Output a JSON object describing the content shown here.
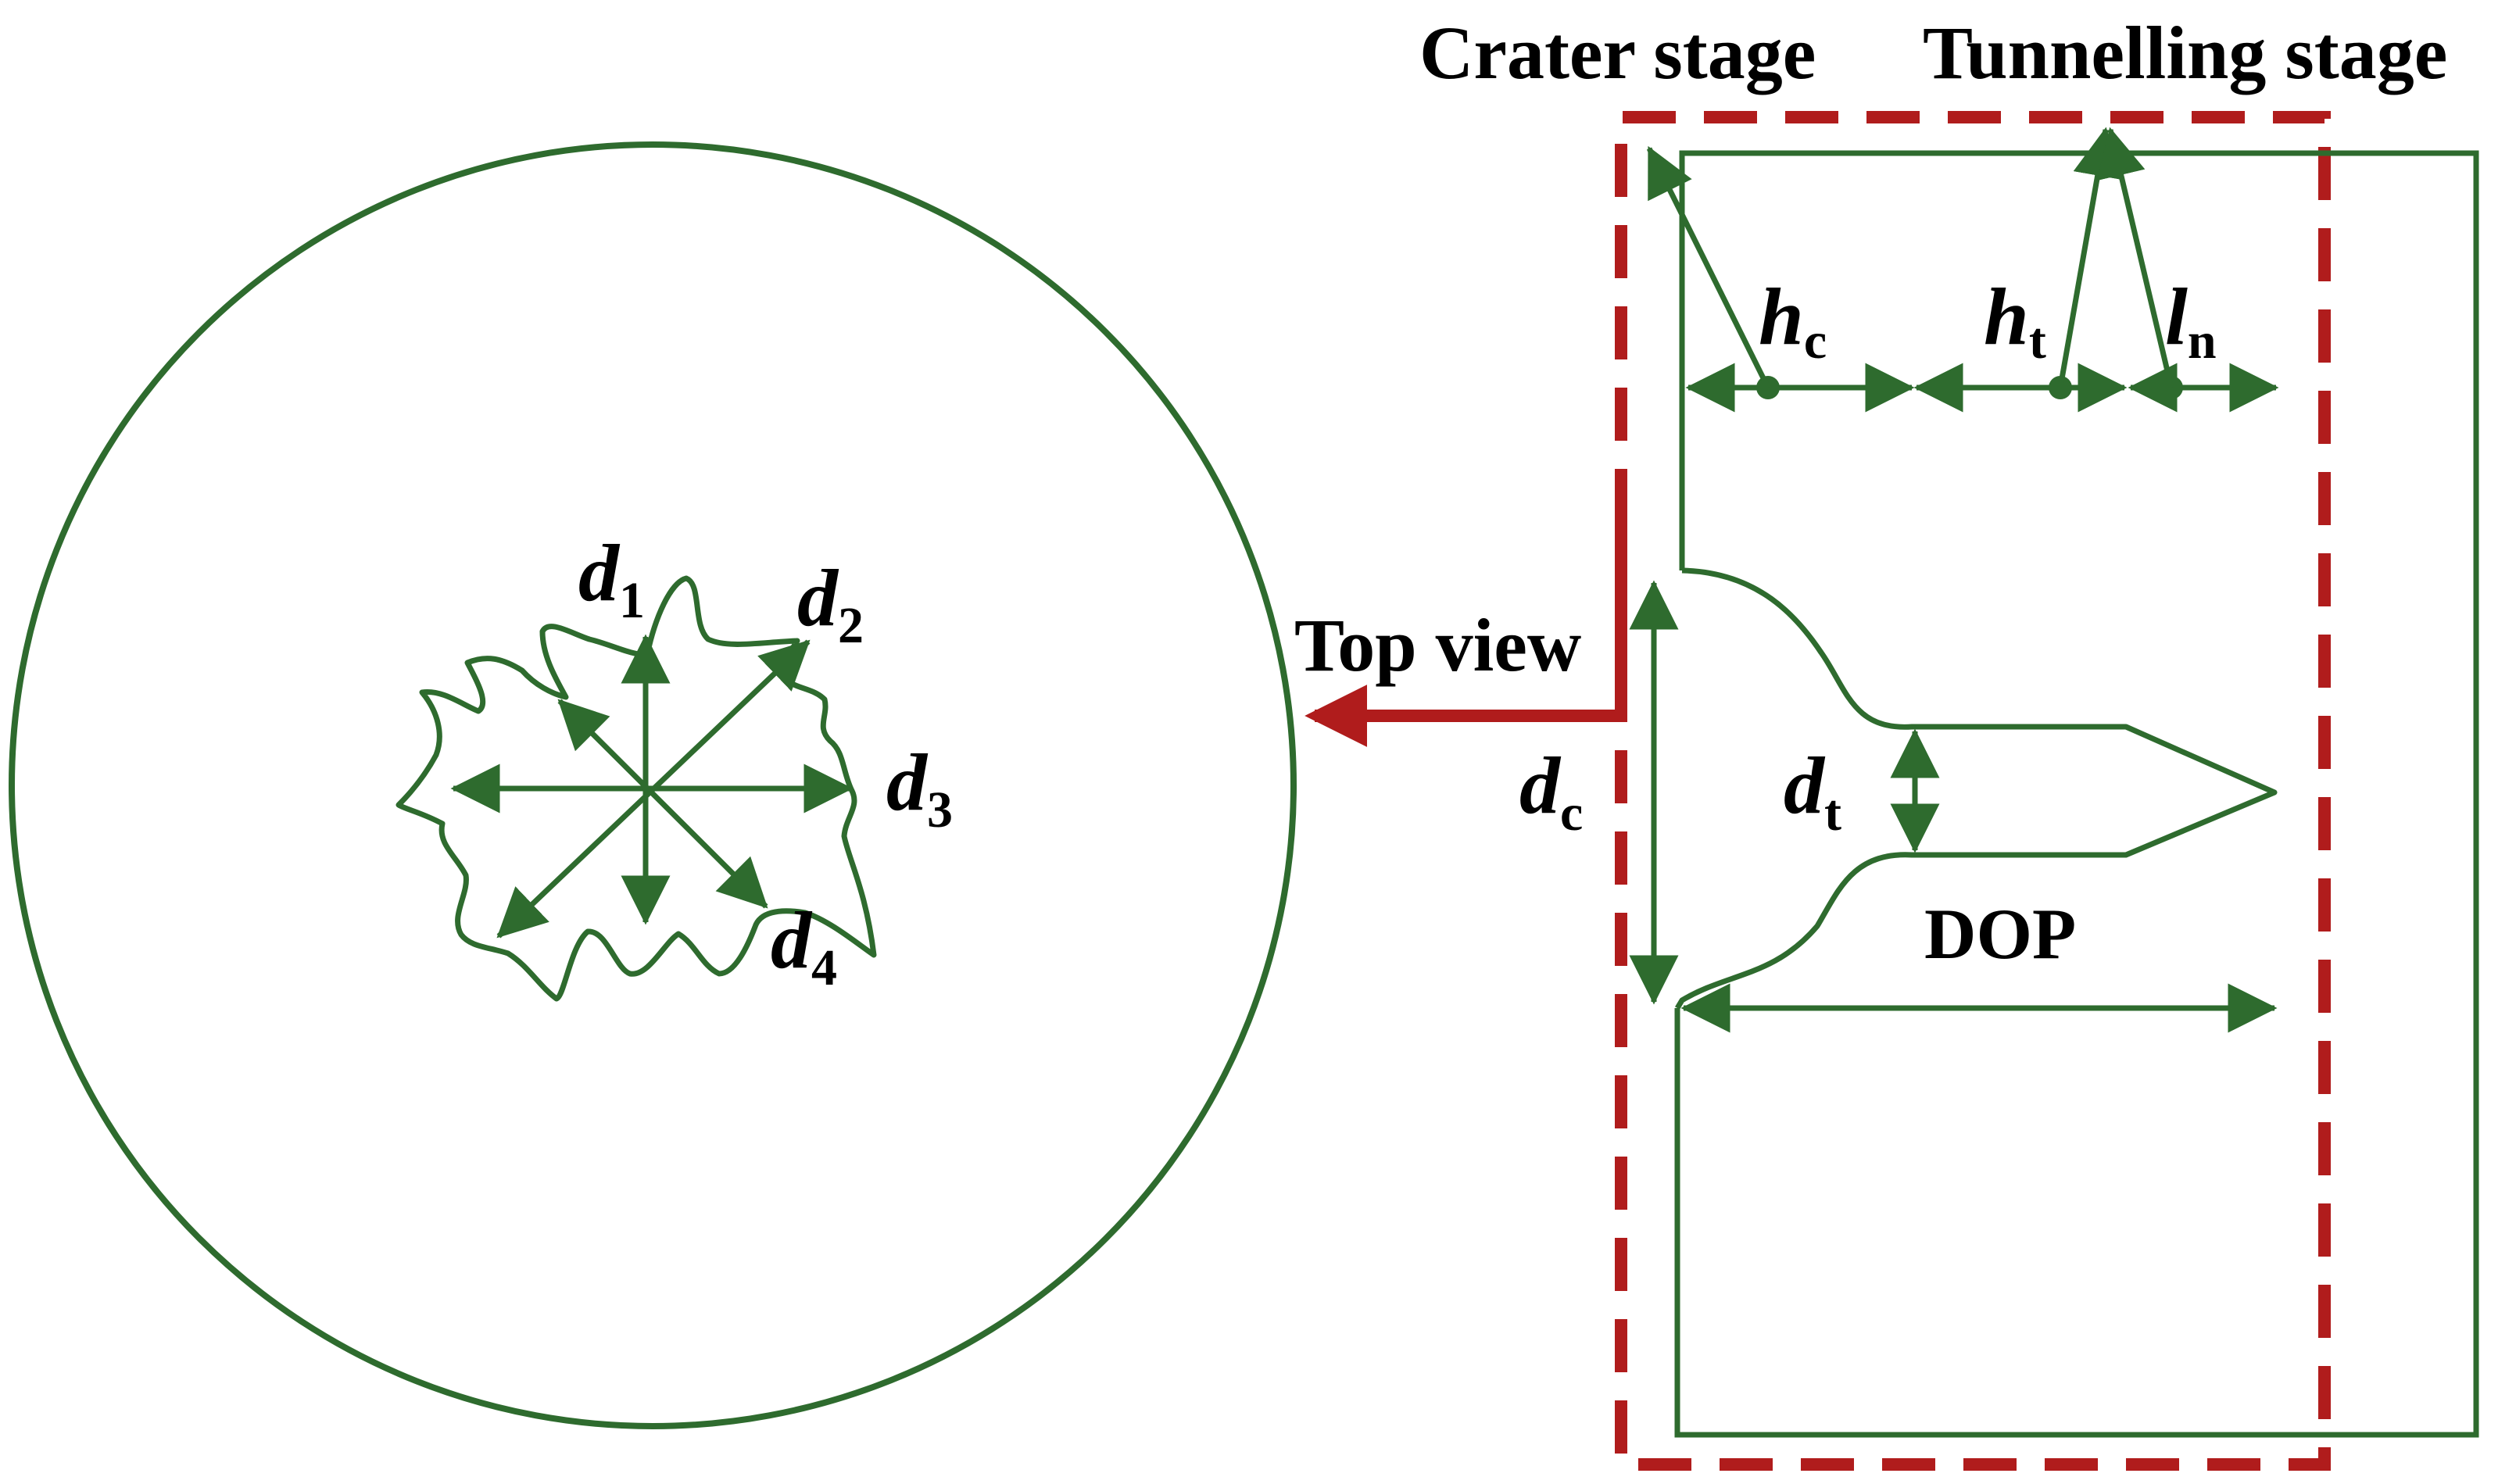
{
  "colors": {
    "line": "#2e6b2e",
    "highlight": "#b01c1c",
    "text": "#000000",
    "background": "#ffffff"
  },
  "labels": {
    "crater_stage": "Crater stage",
    "tunnelling_stage": "Tunnelling stage",
    "top_view": "Top view",
    "dop": "DOP"
  },
  "symbols": {
    "d1": {
      "base": "d",
      "sub": "1"
    },
    "d2": {
      "base": "d",
      "sub": "2"
    },
    "d3": {
      "base": "d",
      "sub": "3"
    },
    "d4": {
      "base": "d",
      "sub": "4"
    },
    "hc": {
      "base": "h",
      "sub": "c"
    },
    "ht": {
      "base": "h",
      "sub": "t"
    },
    "ln": {
      "base": "l",
      "sub": "n"
    },
    "dc": {
      "base": "d",
      "sub": "c"
    },
    "dt": {
      "base": "d",
      "sub": "t"
    }
  }
}
